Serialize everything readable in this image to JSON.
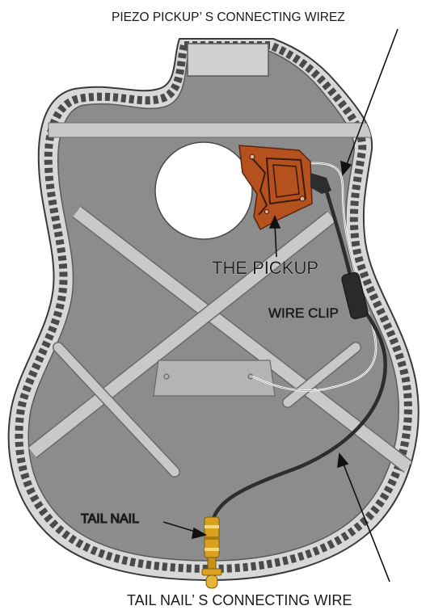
{
  "labels": {
    "piezo_wires": "PIEZO PICKUP’ S CONNECTING WIREZ",
    "pickup": "THE PICKUP",
    "wire_clip": "WIRE CLIP",
    "tail_nail": "TAIL NAIL",
    "tail_nail_wire": "TAIL NAIL’ S CONNECTING WIRE"
  },
  "colors": {
    "body_fill": "#8c8c8c",
    "binding_dark": "#4a4a4a",
    "binding_light": "#d8d8d8",
    "brace": "#c9c9c9",
    "pickup": "#b5501f",
    "cable": "#2d2d2d",
    "wire": "#e8e8e8",
    "tail_nail": "#d9a21e"
  }
}
